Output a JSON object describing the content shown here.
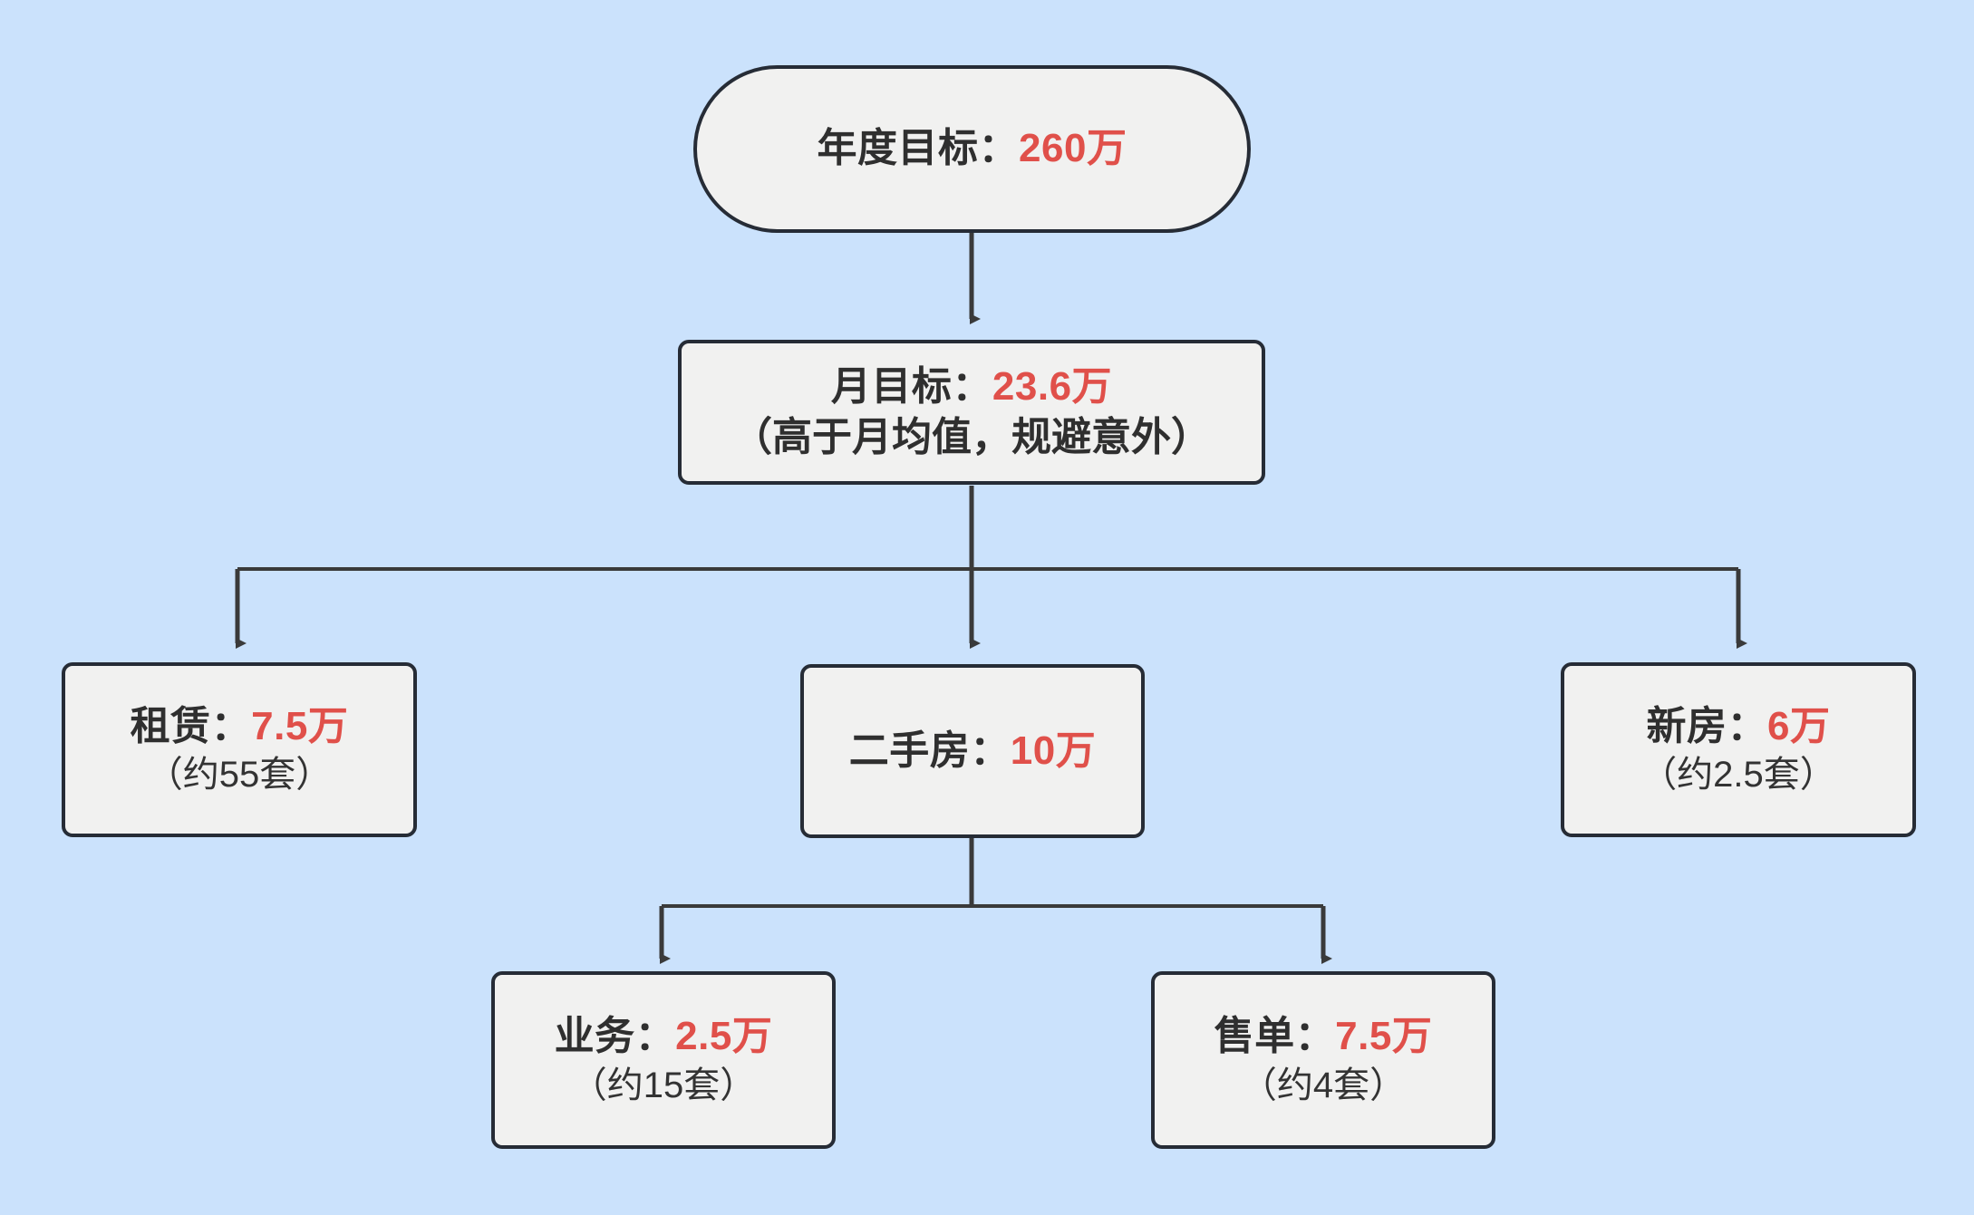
{
  "diagram": {
    "type": "flowchart",
    "direction": "top-down",
    "background_color": "#cbe2fc",
    "node_fill_color": "#f1f1f0",
    "node_border_color": "#262c36",
    "accent_color": "#e0504a",
    "text_color": "#2f2f2f",
    "edge_color": "#3a3a3a"
  },
  "nodes": {
    "annual_goal": {
      "id": "annual-goal",
      "shape": "stadium",
      "label_prefix": "年度目标：",
      "label_value": "260万",
      "full_label": "年度目标：260万"
    },
    "monthly_goal": {
      "id": "monthly-goal",
      "shape": "rounded-rect",
      "label_prefix": "月目标：",
      "label_value": "23.6万",
      "label_note": "（高于月均值，规避意外）",
      "full_label": "月目标：23.6万（高于月均值，规避意外）"
    },
    "rental": {
      "id": "rental",
      "shape": "rounded-rect",
      "label_prefix": "租赁：",
      "label_value": "7.5万",
      "label_note": "（约55套）",
      "full_label": "租赁：7.5万（约55套）"
    },
    "second_hand": {
      "id": "second-hand-house",
      "shape": "rounded-rect",
      "label_prefix": "二手房：",
      "label_value": "10万",
      "label_note": "",
      "full_label": "二手房：10万"
    },
    "new_house": {
      "id": "new-house",
      "shape": "rounded-rect",
      "label_prefix": "新房：",
      "label_value": "6万",
      "label_note": "（约2.5套）",
      "full_label": "新房：6万（约2.5套）"
    },
    "business": {
      "id": "business",
      "shape": "rounded-rect",
      "label_prefix": "业务：",
      "label_value": "2.5万",
      "label_note": "（约15套）",
      "full_label": "业务：2.5万（约15套）"
    },
    "sales_order": {
      "id": "sales-order",
      "shape": "rounded-rect",
      "label_prefix": "售单：",
      "label_value": "7.5万",
      "label_note": "（约4套）",
      "full_label": "售单：7.5万（约4套）"
    }
  },
  "edges": [
    {
      "from": "年度目标：260万",
      "to": "月目标：23.6万"
    },
    {
      "from": "月目标：23.6万",
      "to": "租赁：7.5万"
    },
    {
      "from": "月目标：23.6万",
      "to": "二手房：10万"
    },
    {
      "from": "月目标：23.6万",
      "to": "新房：6万"
    },
    {
      "from": "二手房：10万",
      "to": "业务：2.5万"
    },
    {
      "from": "二手房：10万",
      "to": "售单：7.5万"
    }
  ]
}
